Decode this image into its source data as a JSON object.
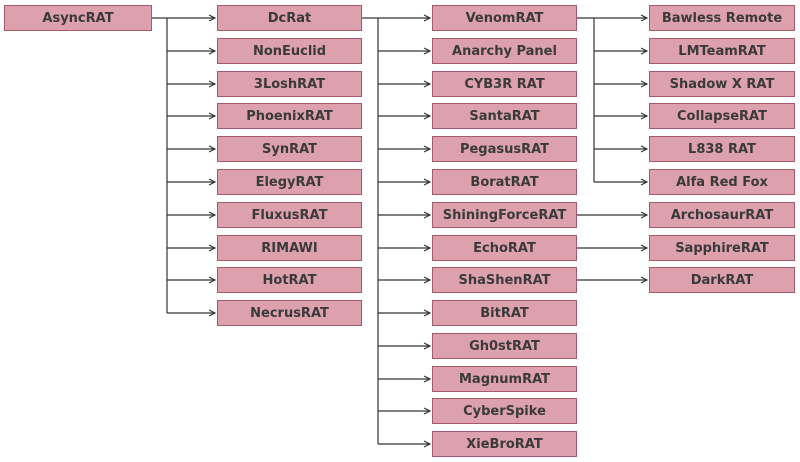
{
  "colors": {
    "node_fill": "#dda0ad",
    "node_border": "#a55b6c",
    "text": "#3a3a3a",
    "connector": "#333333"
  },
  "nodes": {
    "asyncrat": "AsyncRAT",
    "dcrat": "DcRat",
    "noneuclid": "NonEuclid",
    "3loshrat": "3LoshRAT",
    "phoenixrat": "PhoenixRAT",
    "synrat": "SynRAT",
    "elegyrat": "ElegyRAT",
    "fluxusrat": "FluxusRAT",
    "rimawi": "RIMAWI",
    "hotrat": "HotRAT",
    "necrusrat": "NecrusRAT",
    "venomrat": "VenomRAT",
    "anarchy-panel": "Anarchy Panel",
    "cyb3r-rat": "CYB3R RAT",
    "santarat": "SantaRAT",
    "pegasusrat": "PegasusRAT",
    "boratrat": "BoratRAT",
    "shiningforcerat": "ShiningForceRAT",
    "echorat": "EchoRAT",
    "shashenrat": "ShaShenRAT",
    "bitrat": "BitRAT",
    "gh0strat": "Gh0stRAT",
    "magnumrat": "MagnumRAT",
    "cyberspike": "CyberSpike",
    "xiebrorat": "XieBroRAT",
    "bawless-remote": "Bawless Remote",
    "lmteamrat": "LMTeamRAT",
    "shadow-x-rat": "Shadow X RAT",
    "collapserat": "CollapseRAT",
    "l838-rat": "L838 RAT",
    "alfa-red-fox": "Alfa Red Fox",
    "archosaurrat": "ArchosaurRAT",
    "sapphirerat": "SapphireRAT",
    "darkrat": "DarkRAT"
  },
  "edges": [
    [
      "asyncrat",
      [
        "dcrat",
        "noneuclid",
        "3loshrat",
        "phoenixrat",
        "synrat",
        "elegyrat",
        "fluxusrat",
        "rimawi",
        "hotrat",
        "necrusrat"
      ]
    ],
    [
      "dcrat",
      [
        "venomrat",
        "anarchy-panel",
        "cyb3r-rat",
        "santarat",
        "pegasusrat",
        "boratrat",
        "shiningforcerat",
        "echorat",
        "shashenrat",
        "bitrat",
        "gh0strat",
        "magnumrat",
        "cyberspike",
        "xiebrorat"
      ]
    ],
    [
      "venomrat",
      [
        "bawless-remote",
        "lmteamrat",
        "shadow-x-rat",
        "collapserat",
        "l838-rat",
        "alfa-red-fox"
      ]
    ],
    [
      "shiningforcerat",
      [
        "archosaurrat"
      ]
    ],
    [
      "echorat",
      [
        "sapphirerat"
      ]
    ],
    [
      "shashenrat",
      [
        "darkrat"
      ]
    ]
  ]
}
